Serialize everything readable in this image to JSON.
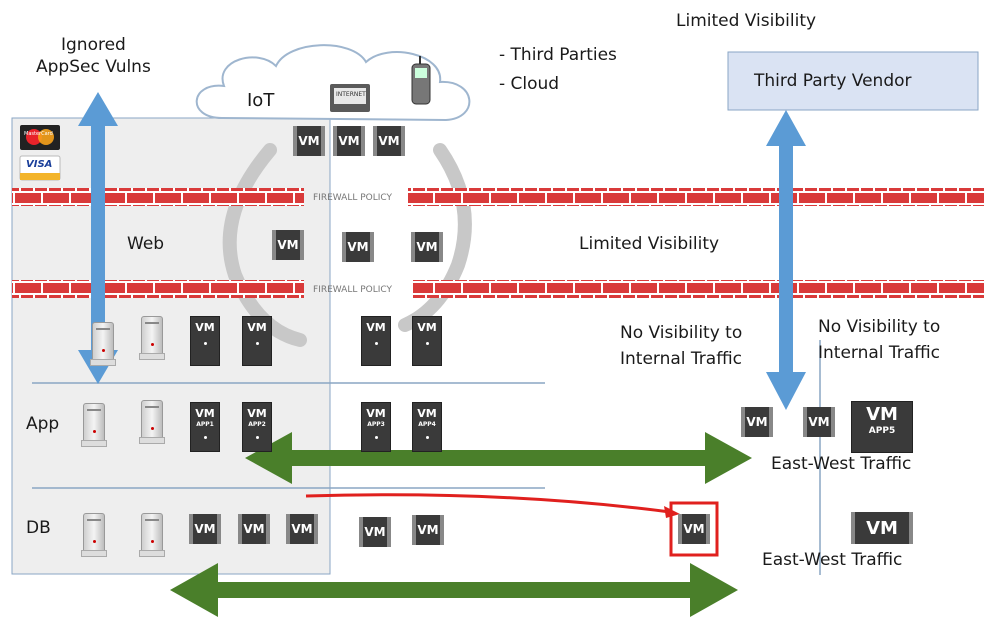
{
  "labels": {
    "ignored": "Ignored\nAppSec Vulns",
    "iot": "IoT",
    "third_parties": "- Third Parties",
    "cloud": "- Cloud",
    "limited_top": "Limited Visibility",
    "vendor": "Third Party Vendor",
    "web": "Web",
    "limited_mid": "Limited Visibility",
    "firewall": "FIREWALL POLICY",
    "no_vis_1": "No Visibility to\nInternal Traffic",
    "no_vis_2": "No Visibility to\nInternal Traffic",
    "app": "App",
    "db": "DB",
    "ew_1": "East-West Traffic",
    "ew_2": "East-West Traffic",
    "internet": "INTERNET",
    "mastercard": "MasterCard",
    "visa": "VISA"
  },
  "vm": {
    "text": "VM",
    "app1": "APP1",
    "app2": "APP2",
    "app3": "APP3",
    "app4": "APP4",
    "app5": "APP5"
  },
  "colors": {
    "firewall": "#d93a3a",
    "blue_arrow": "#5b9bd5",
    "green_arrow": "#4a7f2a",
    "red_flow": "#e0201e",
    "zone_fill": "#eeeeee",
    "vendor_fill": "#dae3f3"
  }
}
